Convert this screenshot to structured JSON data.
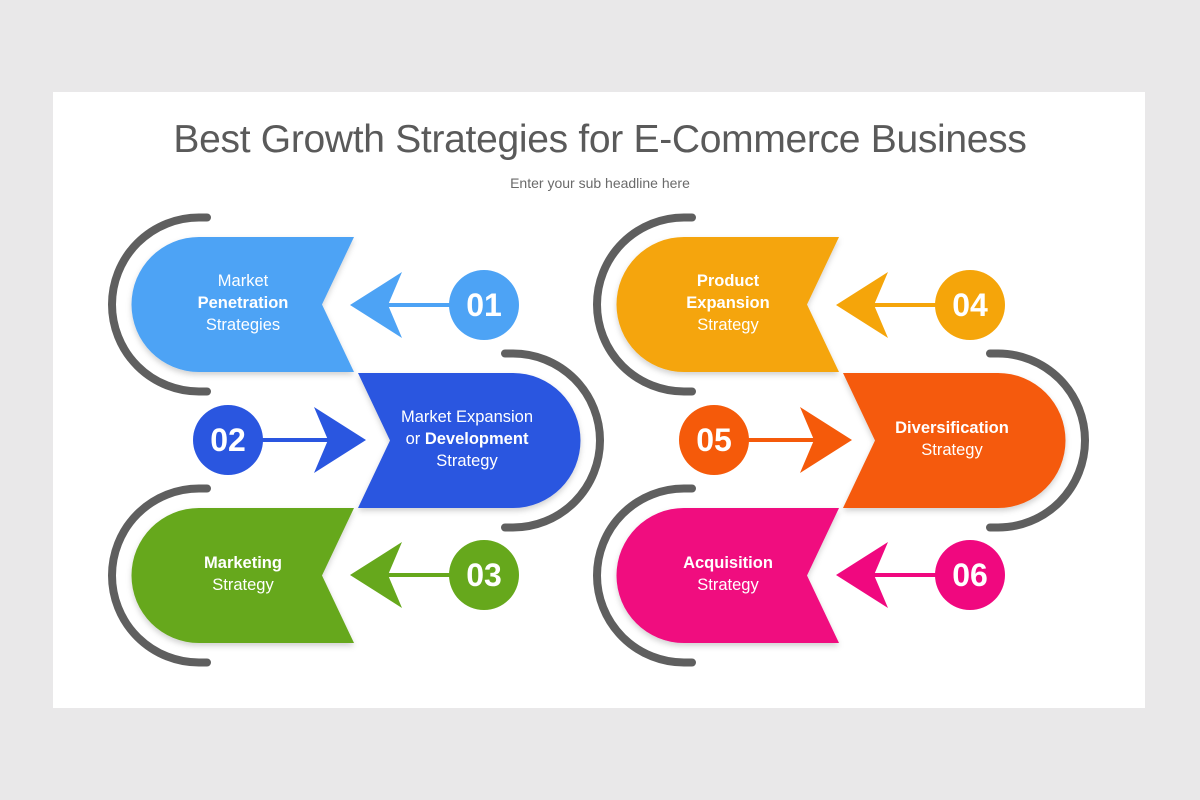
{
  "title": "Best Growth Strategies for E-Commerce Business",
  "subtitle": "Enter your sub headline here",
  "colors": {
    "background": "#e9e8e9",
    "card": "#ffffff",
    "bracket": "#5f5f5f"
  },
  "steps": [
    {
      "number": "01",
      "color": "#4da3f5",
      "label_lines": [
        [
          {
            "text": "Market",
            "bold": false
          }
        ],
        [
          {
            "text": "Penetration",
            "bold": true
          }
        ],
        [
          {
            "text": "Strategies",
            "bold": false
          }
        ]
      ]
    },
    {
      "number": "02",
      "color": "#2a56e0",
      "label_lines": [
        [
          {
            "text": "Market Expansion",
            "bold": false
          }
        ],
        [
          {
            "text": "or ",
            "bold": false
          },
          {
            "text": "Development",
            "bold": true
          }
        ],
        [
          {
            "text": "Strategy",
            "bold": false
          }
        ]
      ]
    },
    {
      "number": "03",
      "color": "#66a81c",
      "label_lines": [
        [
          {
            "text": "Marketing",
            "bold": true
          }
        ],
        [
          {
            "text": "Strategy",
            "bold": false
          }
        ]
      ]
    },
    {
      "number": "04",
      "color": "#f5a50a",
      "label_lines": [
        [
          {
            "text": "Product",
            "bold": true
          }
        ],
        [
          {
            "text": "Expansion",
            "bold": true
          }
        ],
        [
          {
            "text": "Strategy",
            "bold": false
          }
        ]
      ]
    },
    {
      "number": "05",
      "color": "#f55a0a",
      "label_lines": [
        [
          {
            "text": "Diversification",
            "bold": true
          }
        ],
        [
          {
            "text": "Strategy",
            "bold": false
          }
        ]
      ]
    },
    {
      "number": "06",
      "color": "#f0087f",
      "label_lines": [
        [
          {
            "text": "Acquisition",
            "bold": true
          }
        ],
        [
          {
            "text": "Strategy",
            "bold": false
          }
        ]
      ]
    }
  ]
}
